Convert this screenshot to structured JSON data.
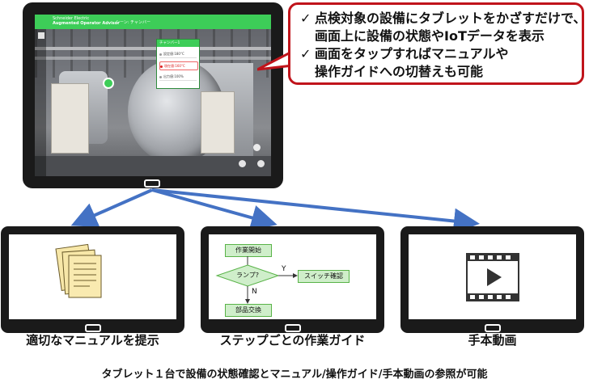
{
  "main_tablet": {
    "app": {
      "brand": "Schneider Electric",
      "product": "Augmented Operator Advisor",
      "scene": "シーン: チャンバー"
    },
    "ar_card": {
      "title": "チャンバー1",
      "rows": [
        {
          "label": "設定値:180°C",
          "alert": false
        },
        {
          "label": "現在値:160°C",
          "alert": true
        },
        {
          "label": "出力値:100%",
          "alert": false
        }
      ]
    }
  },
  "callout": {
    "lines": [
      {
        "check": "✓",
        "text": "点検対象の設備にタブレットをかざすだけで、"
      },
      {
        "check": "",
        "text": "画面上に設備の状態やIoTデータを表示"
      },
      {
        "check": "✓",
        "text": "画面をタップすればマニュアルや"
      },
      {
        "check": "",
        "text": "操作ガイドへの切替えも可能"
      }
    ],
    "border_color": "#c0141b"
  },
  "tablets": [
    {
      "caption": "適切なマニュアルを提示",
      "icon": "documents-icon"
    },
    {
      "caption": "ステップごとの作業ガイド",
      "icon": "flowchart"
    },
    {
      "caption": "手本動画",
      "icon": "video-film-icon"
    }
  ],
  "flowchart": {
    "start": "作業開始",
    "decision": "ランプ?",
    "yes_label": "Y",
    "no_label": "N",
    "yes_action": "スイッチ確認",
    "no_action": "部品交換"
  },
  "bottom_caption": "タブレット１台で設備の状態確認とマニュアル/操作ガイド/手本動画の参照が可能",
  "colors": {
    "arrow": "#4472c4",
    "brand_green": "#3dcd58",
    "flow_fill": "#cfeeca"
  }
}
